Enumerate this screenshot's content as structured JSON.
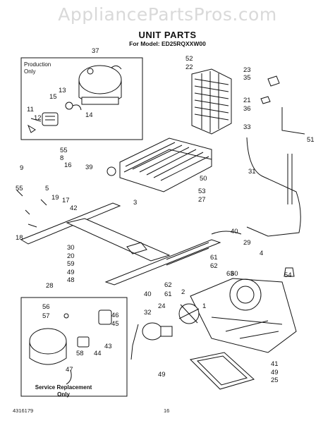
{
  "watermark": "AppliancePartsPros.com",
  "title": "UNIT PARTS",
  "model_line": "For Model: ED25RQXXW00",
  "production_note": [
    "Production",
    "Only"
  ],
  "service_note": [
    "Service Replacement",
    "Only"
  ],
  "footer_code": "4316179",
  "page_number": "16",
  "callouts": [
    "37",
    "52",
    "22",
    "23",
    "35",
    "13",
    "15",
    "14",
    "11",
    "12",
    "21",
    "36",
    "33",
    "51",
    "55",
    "8",
    "9",
    "16",
    "39",
    "50",
    "31",
    "55",
    "5",
    "19",
    "17",
    "42",
    "3",
    "53",
    "27",
    "18",
    "40",
    "29",
    "30",
    "20",
    "59",
    "49",
    "48",
    "61",
    "62",
    "63",
    "60",
    "4",
    "54",
    "28",
    "40",
    "62",
    "61",
    "56",
    "57",
    "46",
    "45",
    "43",
    "44",
    "58",
    "47",
    "2",
    "32",
    "24",
    "1",
    "41",
    "49",
    "25",
    "49"
  ]
}
